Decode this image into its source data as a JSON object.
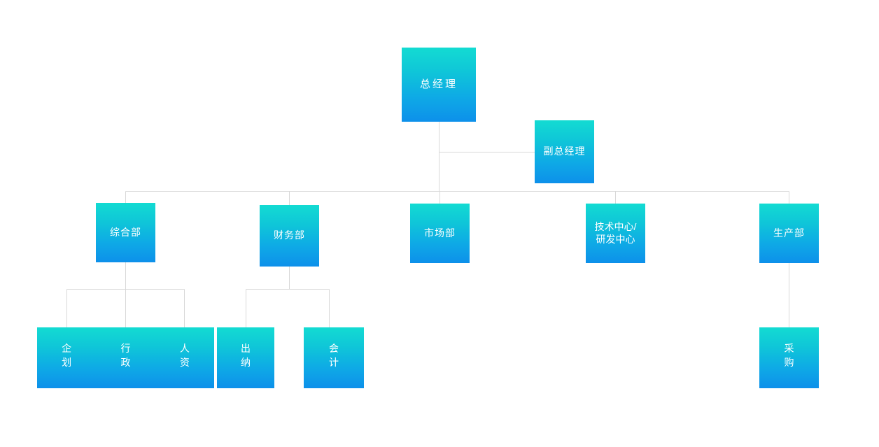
{
  "chart_data": {
    "type": "diagram",
    "title": "",
    "subtype": "organization-chart",
    "orientation": "top-down",
    "node_style": {
      "gradient_from": "#13DBD2",
      "gradient_to": "#0D90EA",
      "text_color": "#FFFFFF",
      "connector_color": "#D8D8D8"
    },
    "nodes": [
      {
        "id": "ceo",
        "label": "总经理",
        "level": 0
      },
      {
        "id": "deputy",
        "label": "副总经理",
        "level": 1
      },
      {
        "id": "general_affairs",
        "label": "综合部",
        "level": 2
      },
      {
        "id": "finance",
        "label": "财务部",
        "level": 2
      },
      {
        "id": "marketing",
        "label": "市场部",
        "level": 2
      },
      {
        "id": "tech_center",
        "label": "技术中心/\n研发中心",
        "level": 2
      },
      {
        "id": "production",
        "label": "生产部",
        "level": 2
      },
      {
        "id": "planning",
        "label": "企\n划",
        "level": 3
      },
      {
        "id": "administration",
        "label": "行\n政",
        "level": 3
      },
      {
        "id": "human_resources",
        "label": "人\n资",
        "level": 3
      },
      {
        "id": "cashier",
        "label": "出\n纳",
        "level": 3
      },
      {
        "id": "accounting",
        "label": "会\n计",
        "level": 3
      },
      {
        "id": "procurement",
        "label": "采\n购",
        "level": 3
      }
    ],
    "edges": [
      {
        "from": "ceo",
        "to": "deputy"
      },
      {
        "from": "ceo",
        "to": "general_affairs"
      },
      {
        "from": "ceo",
        "to": "finance"
      },
      {
        "from": "ceo",
        "to": "marketing"
      },
      {
        "from": "ceo",
        "to": "tech_center"
      },
      {
        "from": "ceo",
        "to": "production"
      },
      {
        "from": "general_affairs",
        "to": "planning"
      },
      {
        "from": "general_affairs",
        "to": "administration"
      },
      {
        "from": "general_affairs",
        "to": "human_resources"
      },
      {
        "from": "finance",
        "to": "cashier"
      },
      {
        "from": "finance",
        "to": "accounting"
      },
      {
        "from": "production",
        "to": "procurement"
      }
    ]
  },
  "nodes": {
    "ceo": "总经理",
    "deputy": "副总经理",
    "general_affairs": "综合部",
    "finance": "财务部",
    "marketing": "市场部",
    "tech_center": "技术中心/\n研发中心",
    "production": "生产部",
    "planning": "企\n划",
    "administration": "行\n政",
    "human_resources": "人\n资",
    "cashier": "出\n纳",
    "accounting": "会\n计",
    "procurement": "采\n购"
  }
}
